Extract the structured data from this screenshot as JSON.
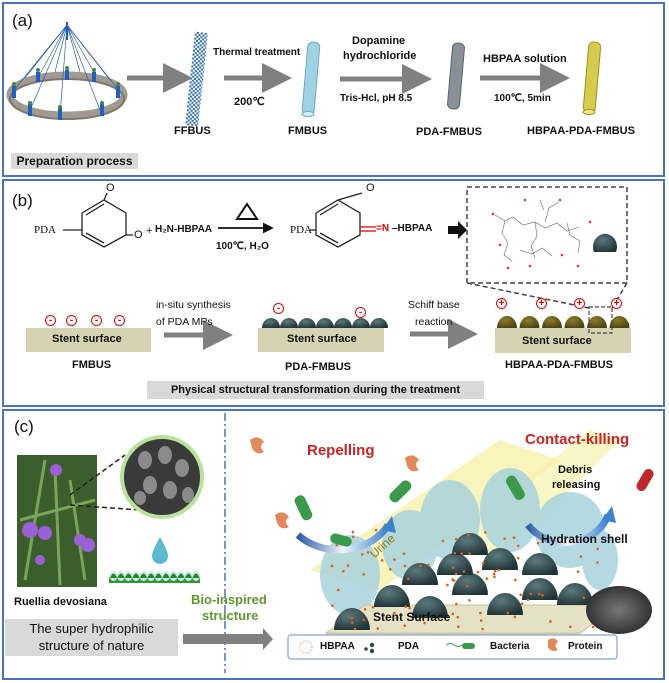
{
  "panel_a": {
    "label": "(a)",
    "step1": "Thermal treatment",
    "step1_condition": "200℃",
    "step2_line1": "Dopamine",
    "step2_line2": "hydrochloride",
    "step2_condition": "Tris-Hcl,  pH 8.5",
    "step3": "HBPAA solution",
    "step3_condition": "100℃, 5min",
    "products": [
      "FFBUS",
      "FMBUS",
      "PDA-FMBUS",
      "HBPAA-PDA-FMBUS"
    ],
    "caption": "Preparation process",
    "colors": {
      "ffbus": "#2f6fb5",
      "fmbus": "#9fd3e3",
      "pda": "#8a9099",
      "hbpaa": "#d4cc4a"
    }
  },
  "panel_b": {
    "label": "(b)",
    "reactant_group": "PDA",
    "oxygen": "O",
    "plus": "+",
    "amine": "H₂N-HBPAA",
    "conditions": "100℃,  H₂O",
    "product_group": "PDA",
    "imine": "=N",
    "product_tail": "–HBPAA",
    "surface": "Stent surface",
    "step1": [
      "in-situ synthesis",
      "of PDA MPs"
    ],
    "step2": [
      "Schiff base",
      "reaction"
    ],
    "stages": [
      "FMBUS",
      "PDA-FMBUS",
      "HBPAA-PDA-FMBUS"
    ],
    "charge_negative": "-",
    "charge_positive": "+",
    "caption": "Physical structural transformation during the treatment"
  },
  "panel_c": {
    "label": "(c)",
    "plant_name": "Ruellia devosiana",
    "nature_caption": [
      "The super hydrophilic",
      "structure of nature"
    ],
    "bio_inspired": [
      "Bio-inspired",
      "structure"
    ],
    "repelling": "Repelling",
    "contact_killing": "Contact-killing",
    "debris": [
      "Debris",
      "releasing"
    ],
    "hydration_shell": "Hydration shell",
    "urine": "Urine",
    "stent_surface": "Stent Surface",
    "legend": [
      "HBPAA",
      "PDA",
      "Bacteria",
      "Protein"
    ],
    "colors": {
      "red_text": "#d42020",
      "green_text": "#5e9a2e",
      "sphere": "#2f4a4e",
      "shell": "#a9d3dc"
    }
  }
}
